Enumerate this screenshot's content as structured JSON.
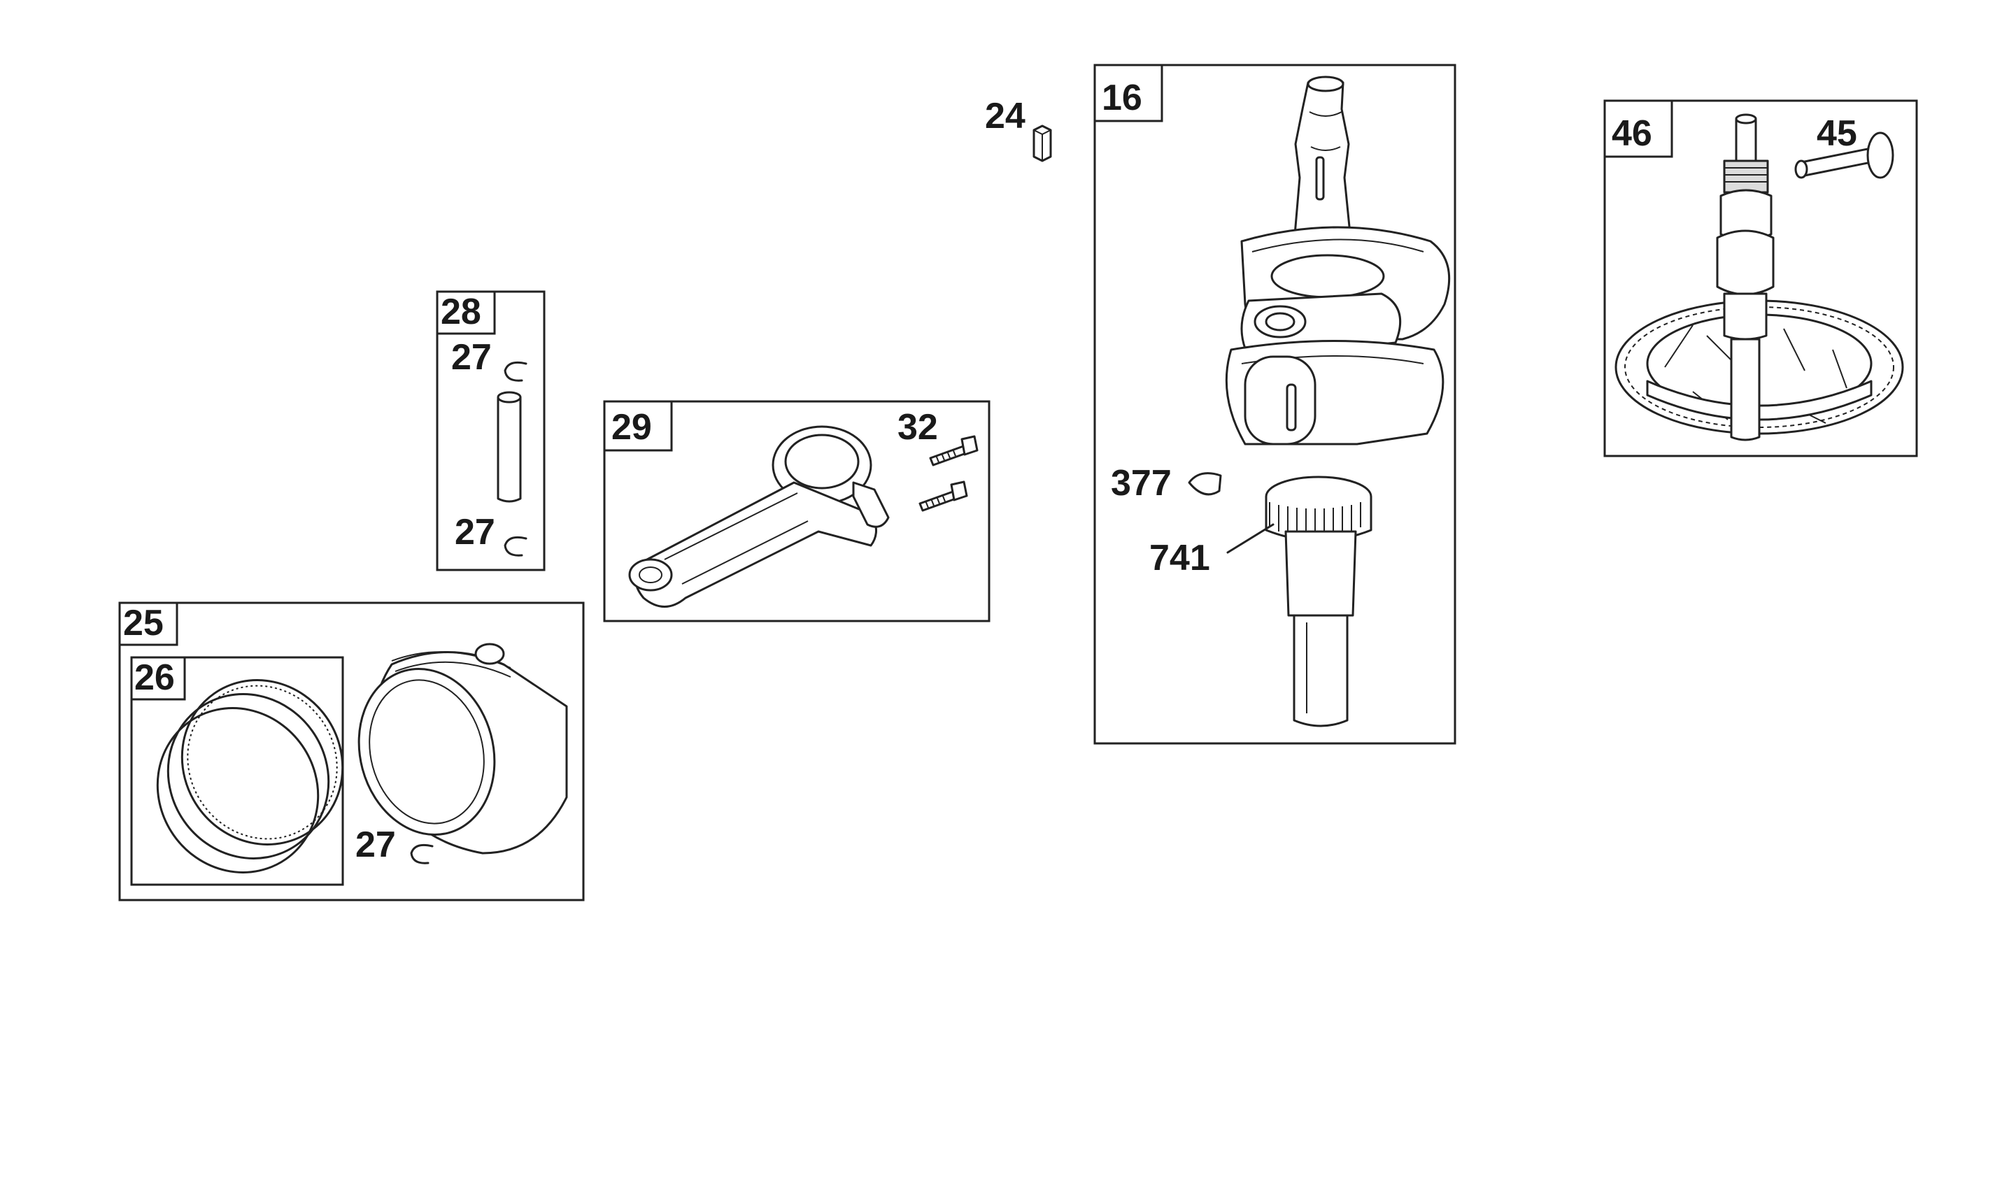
{
  "groups": {
    "crankshaft": "16",
    "camshaft": "46",
    "pin_group": "28",
    "connecting_rod": "29",
    "piston_assembly": "25",
    "ring_set": "26"
  },
  "callouts": {
    "key_24": "24",
    "retainer_top": "27",
    "retainer_bottom": "27",
    "retainer_piston": "27",
    "screws_32": "32",
    "woodruff_key": "377",
    "timing_gear": "741",
    "lifter_45": "45"
  }
}
